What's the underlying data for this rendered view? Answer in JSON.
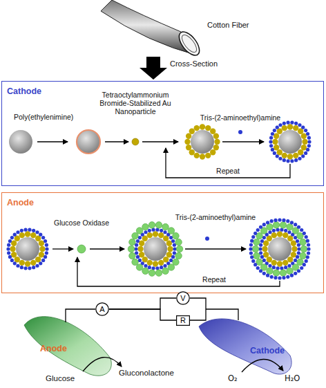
{
  "diagram": {
    "nodes": [
      {
        "text": [
          "Cathode"
        ]
      },
      {
        "text": [
          "Anode"
        ]
      },
      {
        "text": [
          "A"
        ]
      },
      {
        "text": [
          "V"
        ]
      },
      {
        "text": [
          "R"
        ]
      }
    ],
    "edges": [
      {
        "from": 2,
        "to": 3,
        "arrow": "none"
      },
      {
        "from": 2,
        "to": 4,
        "arrow": "none"
      },
      {
        "from": 3,
        "to": 4,
        "arrow": "none"
      }
    ],
    "labels": [
      "Cotton Fiber",
      "Cross-Section",
      "Poly(ethylenimine)",
      "Tetraoctylammonium Bromide-Stabilized Au Nanoparticle",
      "Tris-(2-aminoethyl)amine",
      "Repeat",
      "Glucose Oxidase",
      "Tris-(2-aminoethyl)amine",
      "Repeat",
      "Anode",
      "Cathode",
      "Glucose",
      "Gluconolactone",
      "O₂",
      "H₂O"
    ]
  }
}
